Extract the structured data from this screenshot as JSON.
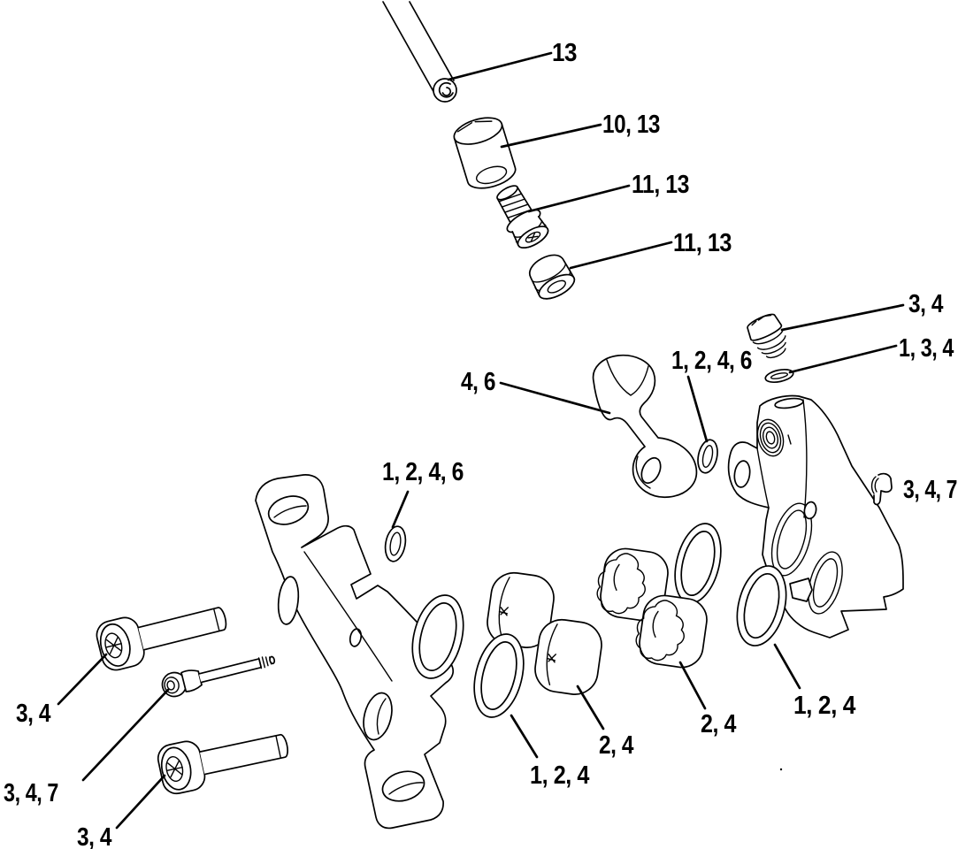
{
  "diagram": {
    "type": "exploded-parts-diagram",
    "subject": "hydraulic disc brake caliper assembly",
    "background_color": "#ffffff",
    "line_color": "#000000"
  },
  "labels": [
    {
      "id": "brake-hose",
      "text": "13"
    },
    {
      "id": "hose-fitting",
      "text": "10, 13"
    },
    {
      "id": "compression-screw",
      "text": "11, 13"
    },
    {
      "id": "compression-nut",
      "text": "11, 13"
    },
    {
      "id": "bleed-screw",
      "text": "3, 4"
    },
    {
      "id": "bleed-o-ring",
      "text": "1, 3, 4"
    },
    {
      "id": "banjo-o-ring-right",
      "text": "1, 2, 4, 6"
    },
    {
      "id": "hose-link",
      "text": "4, 6"
    },
    {
      "id": "pad-clip",
      "text": "3, 4, 7"
    },
    {
      "id": "banjo-o-ring-left",
      "text": "1, 2, 4, 6"
    },
    {
      "id": "mounting-bolt-upper",
      "text": "3, 4"
    },
    {
      "id": "pad-pin-bolt",
      "text": "3, 4, 7"
    },
    {
      "id": "mounting-bolt-lower",
      "text": "3, 4"
    },
    {
      "id": "piston-center",
      "text": "2, 4"
    },
    {
      "id": "piston-seal-center",
      "text": "1, 2, 4"
    },
    {
      "id": "piston-right",
      "text": "2, 4"
    },
    {
      "id": "piston-seal-right",
      "text": "1, 2, 4"
    }
  ]
}
